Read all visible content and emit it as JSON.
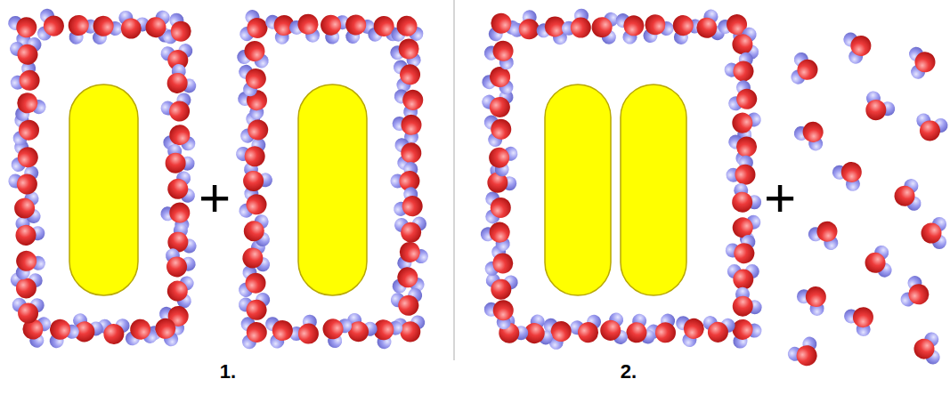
{
  "diagram": {
    "labels": [
      "+",
      "1.",
      "+",
      "2."
    ]
  }
}
